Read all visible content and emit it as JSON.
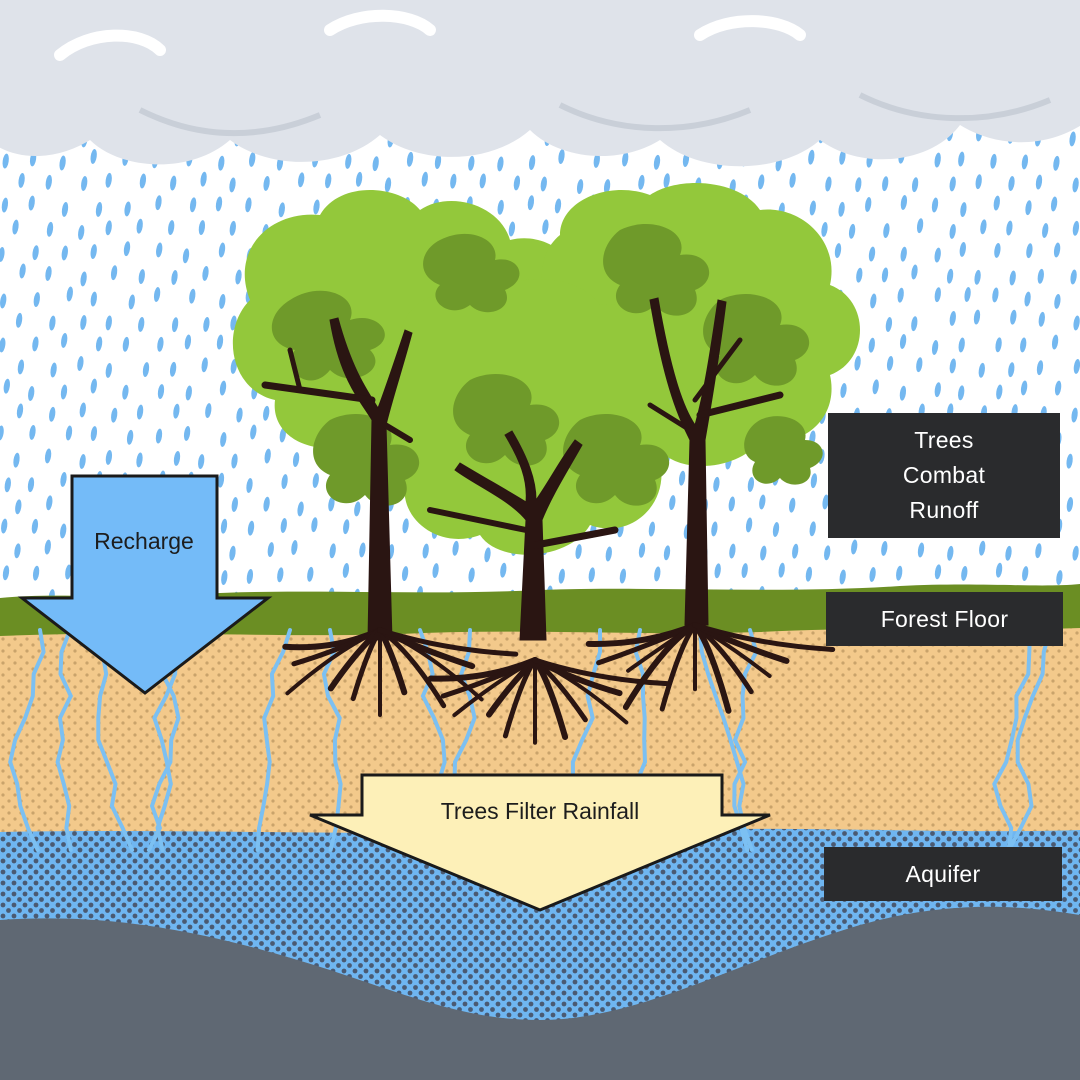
{
  "labels": {
    "runoff": "Trees\nCombat\nRunoff",
    "forest_floor": "Forest Floor",
    "aquifer": "Aquifer",
    "recharge": "Recharge",
    "filter": "Trees Filter Rainfall"
  },
  "colors": {
    "sky": "#ffffff",
    "rain": "#74b8f0",
    "cloud": "#dfe3ea",
    "cloud_shade": "#c9cfd8",
    "grass": "#6b8e23",
    "soil": "#f3c98b",
    "soil_dot": "#c9a36b",
    "aquifer": "#6fb6f1",
    "aquifer_dot": "#4a5a72",
    "bedrock": "#5f6873",
    "foliage_light": "#93c83b",
    "foliage_dark": "#6f9a2a",
    "trunk": "#2a1512",
    "water_root": "#7cc0f2",
    "recharge_arrow": "#74bbf8",
    "filter_arrow": "#fdf0b8",
    "label_box": "#2a2b2d"
  },
  "icons": [
    "cloud-icon",
    "raindrop-icon",
    "tree-icon",
    "root-icon",
    "down-arrow-icon"
  ]
}
